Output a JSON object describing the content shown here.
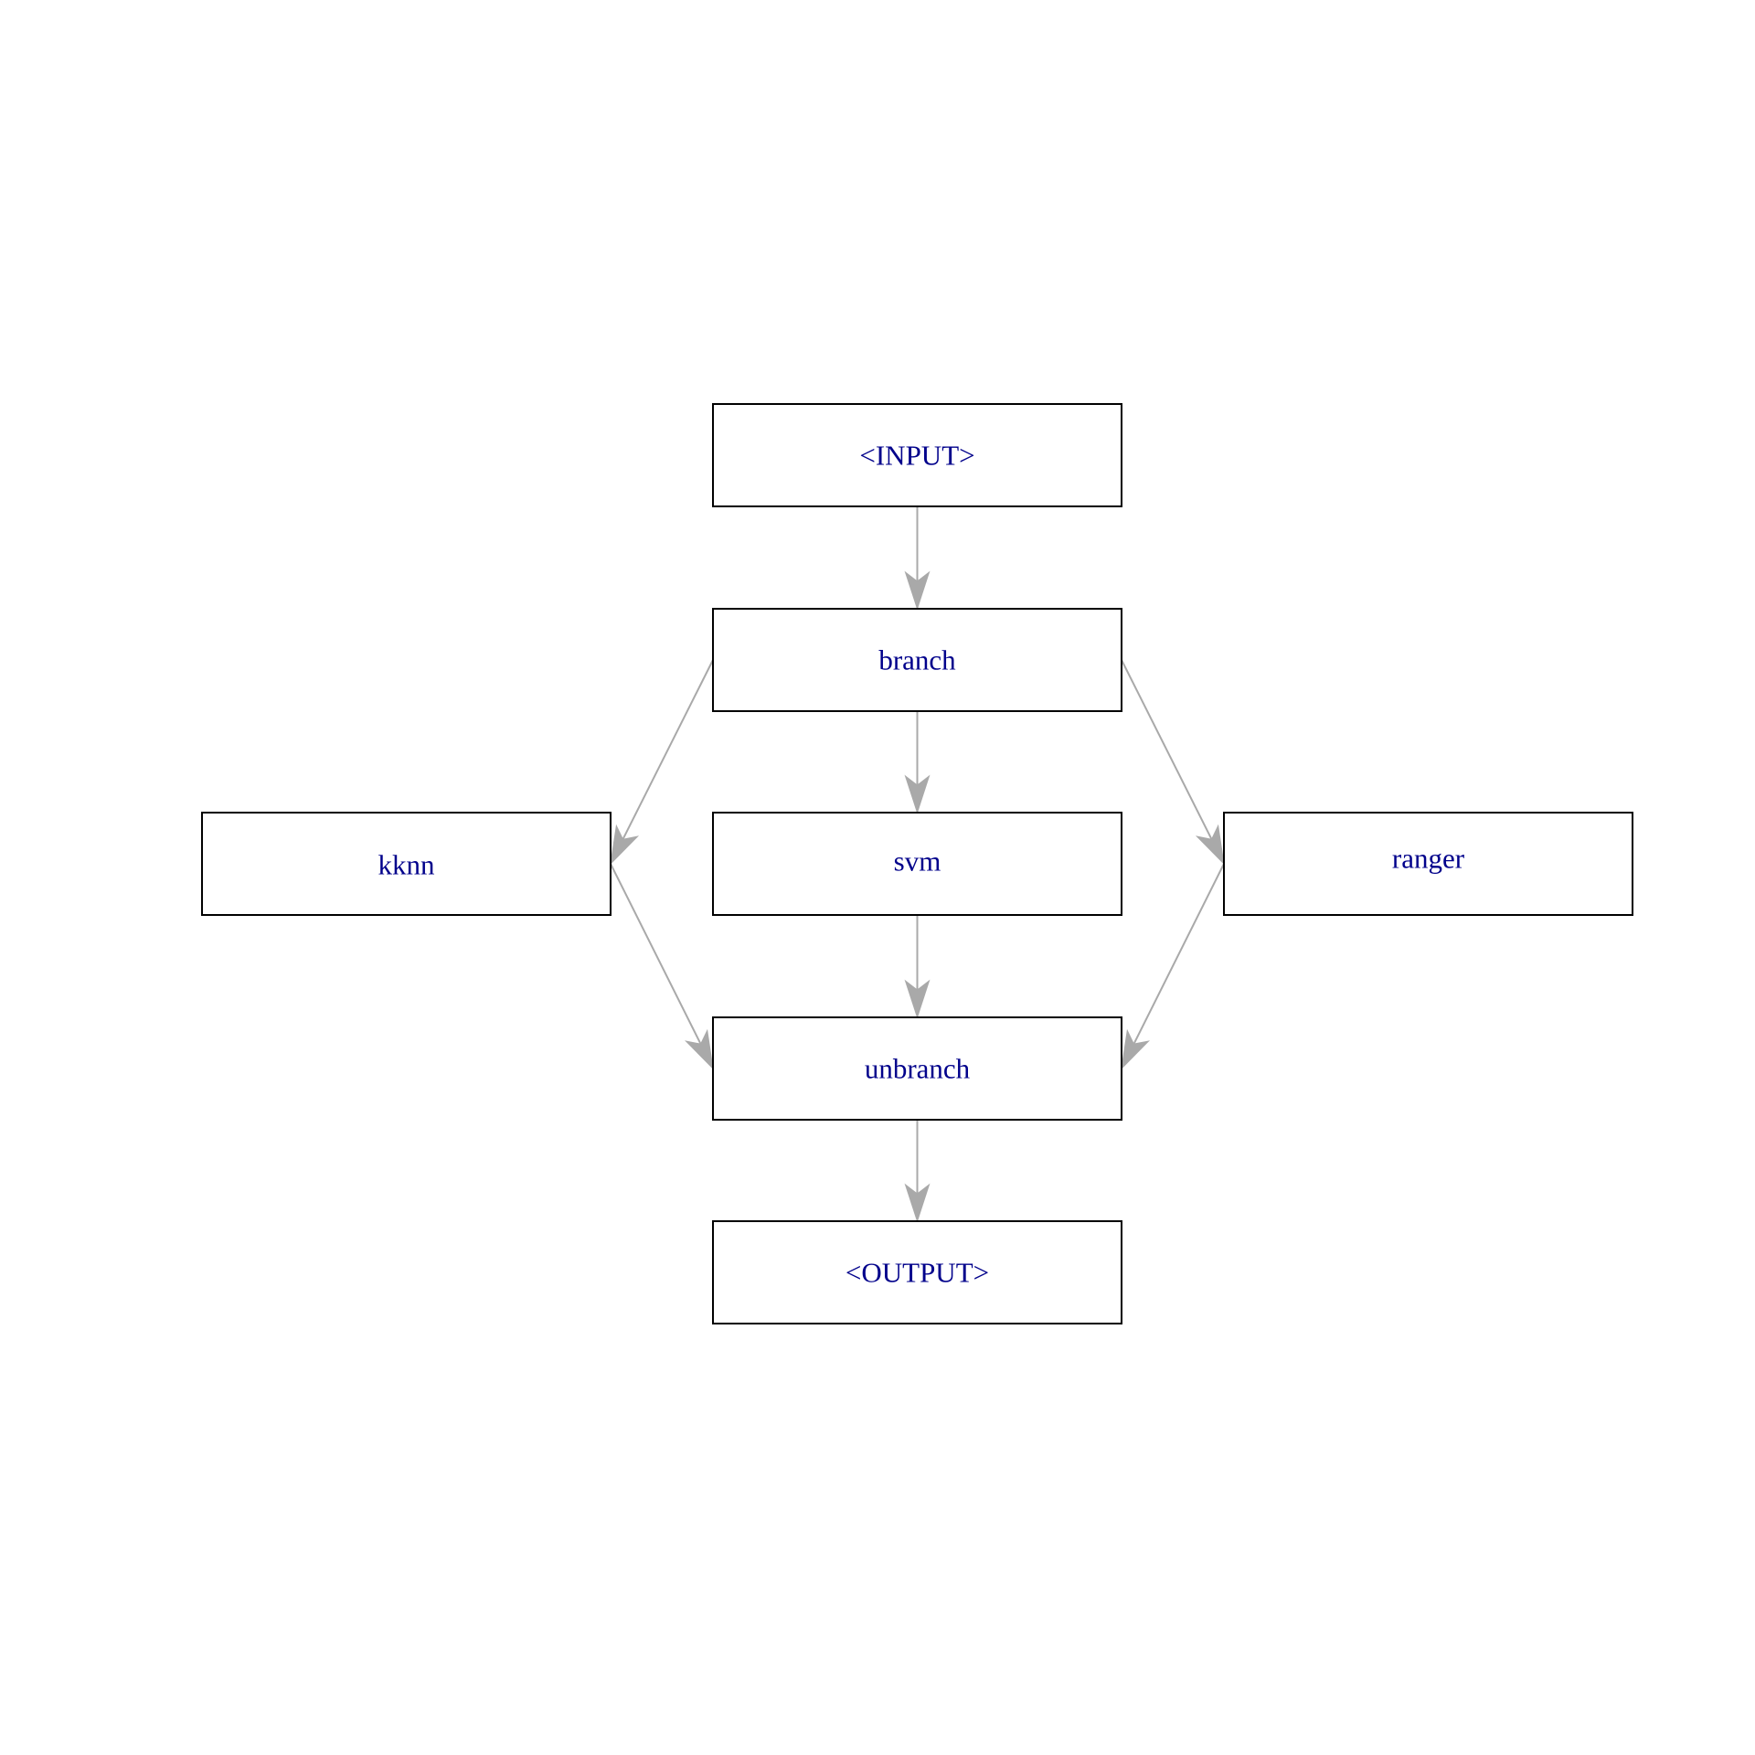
{
  "colors": {
    "node_border": "#000000",
    "node_label": "#00008b",
    "edge": "#a9a9a9",
    "background": "#ffffff"
  },
  "nodes": [
    {
      "id": "input",
      "label": "<INPUT>"
    },
    {
      "id": "branch",
      "label": "branch"
    },
    {
      "id": "kknn",
      "label": "kknn"
    },
    {
      "id": "svm",
      "label": "svm"
    },
    {
      "id": "ranger",
      "label": "ranger"
    },
    {
      "id": "unbranch",
      "label": "unbranch"
    },
    {
      "id": "output",
      "label": "<OUTPUT>"
    }
  ],
  "edges": [
    {
      "from": "input",
      "to": "branch"
    },
    {
      "from": "branch",
      "to": "kknn"
    },
    {
      "from": "branch",
      "to": "svm"
    },
    {
      "from": "branch",
      "to": "ranger"
    },
    {
      "from": "kknn",
      "to": "unbranch"
    },
    {
      "from": "svm",
      "to": "unbranch"
    },
    {
      "from": "ranger",
      "to": "unbranch"
    },
    {
      "from": "unbranch",
      "to": "output"
    }
  ]
}
